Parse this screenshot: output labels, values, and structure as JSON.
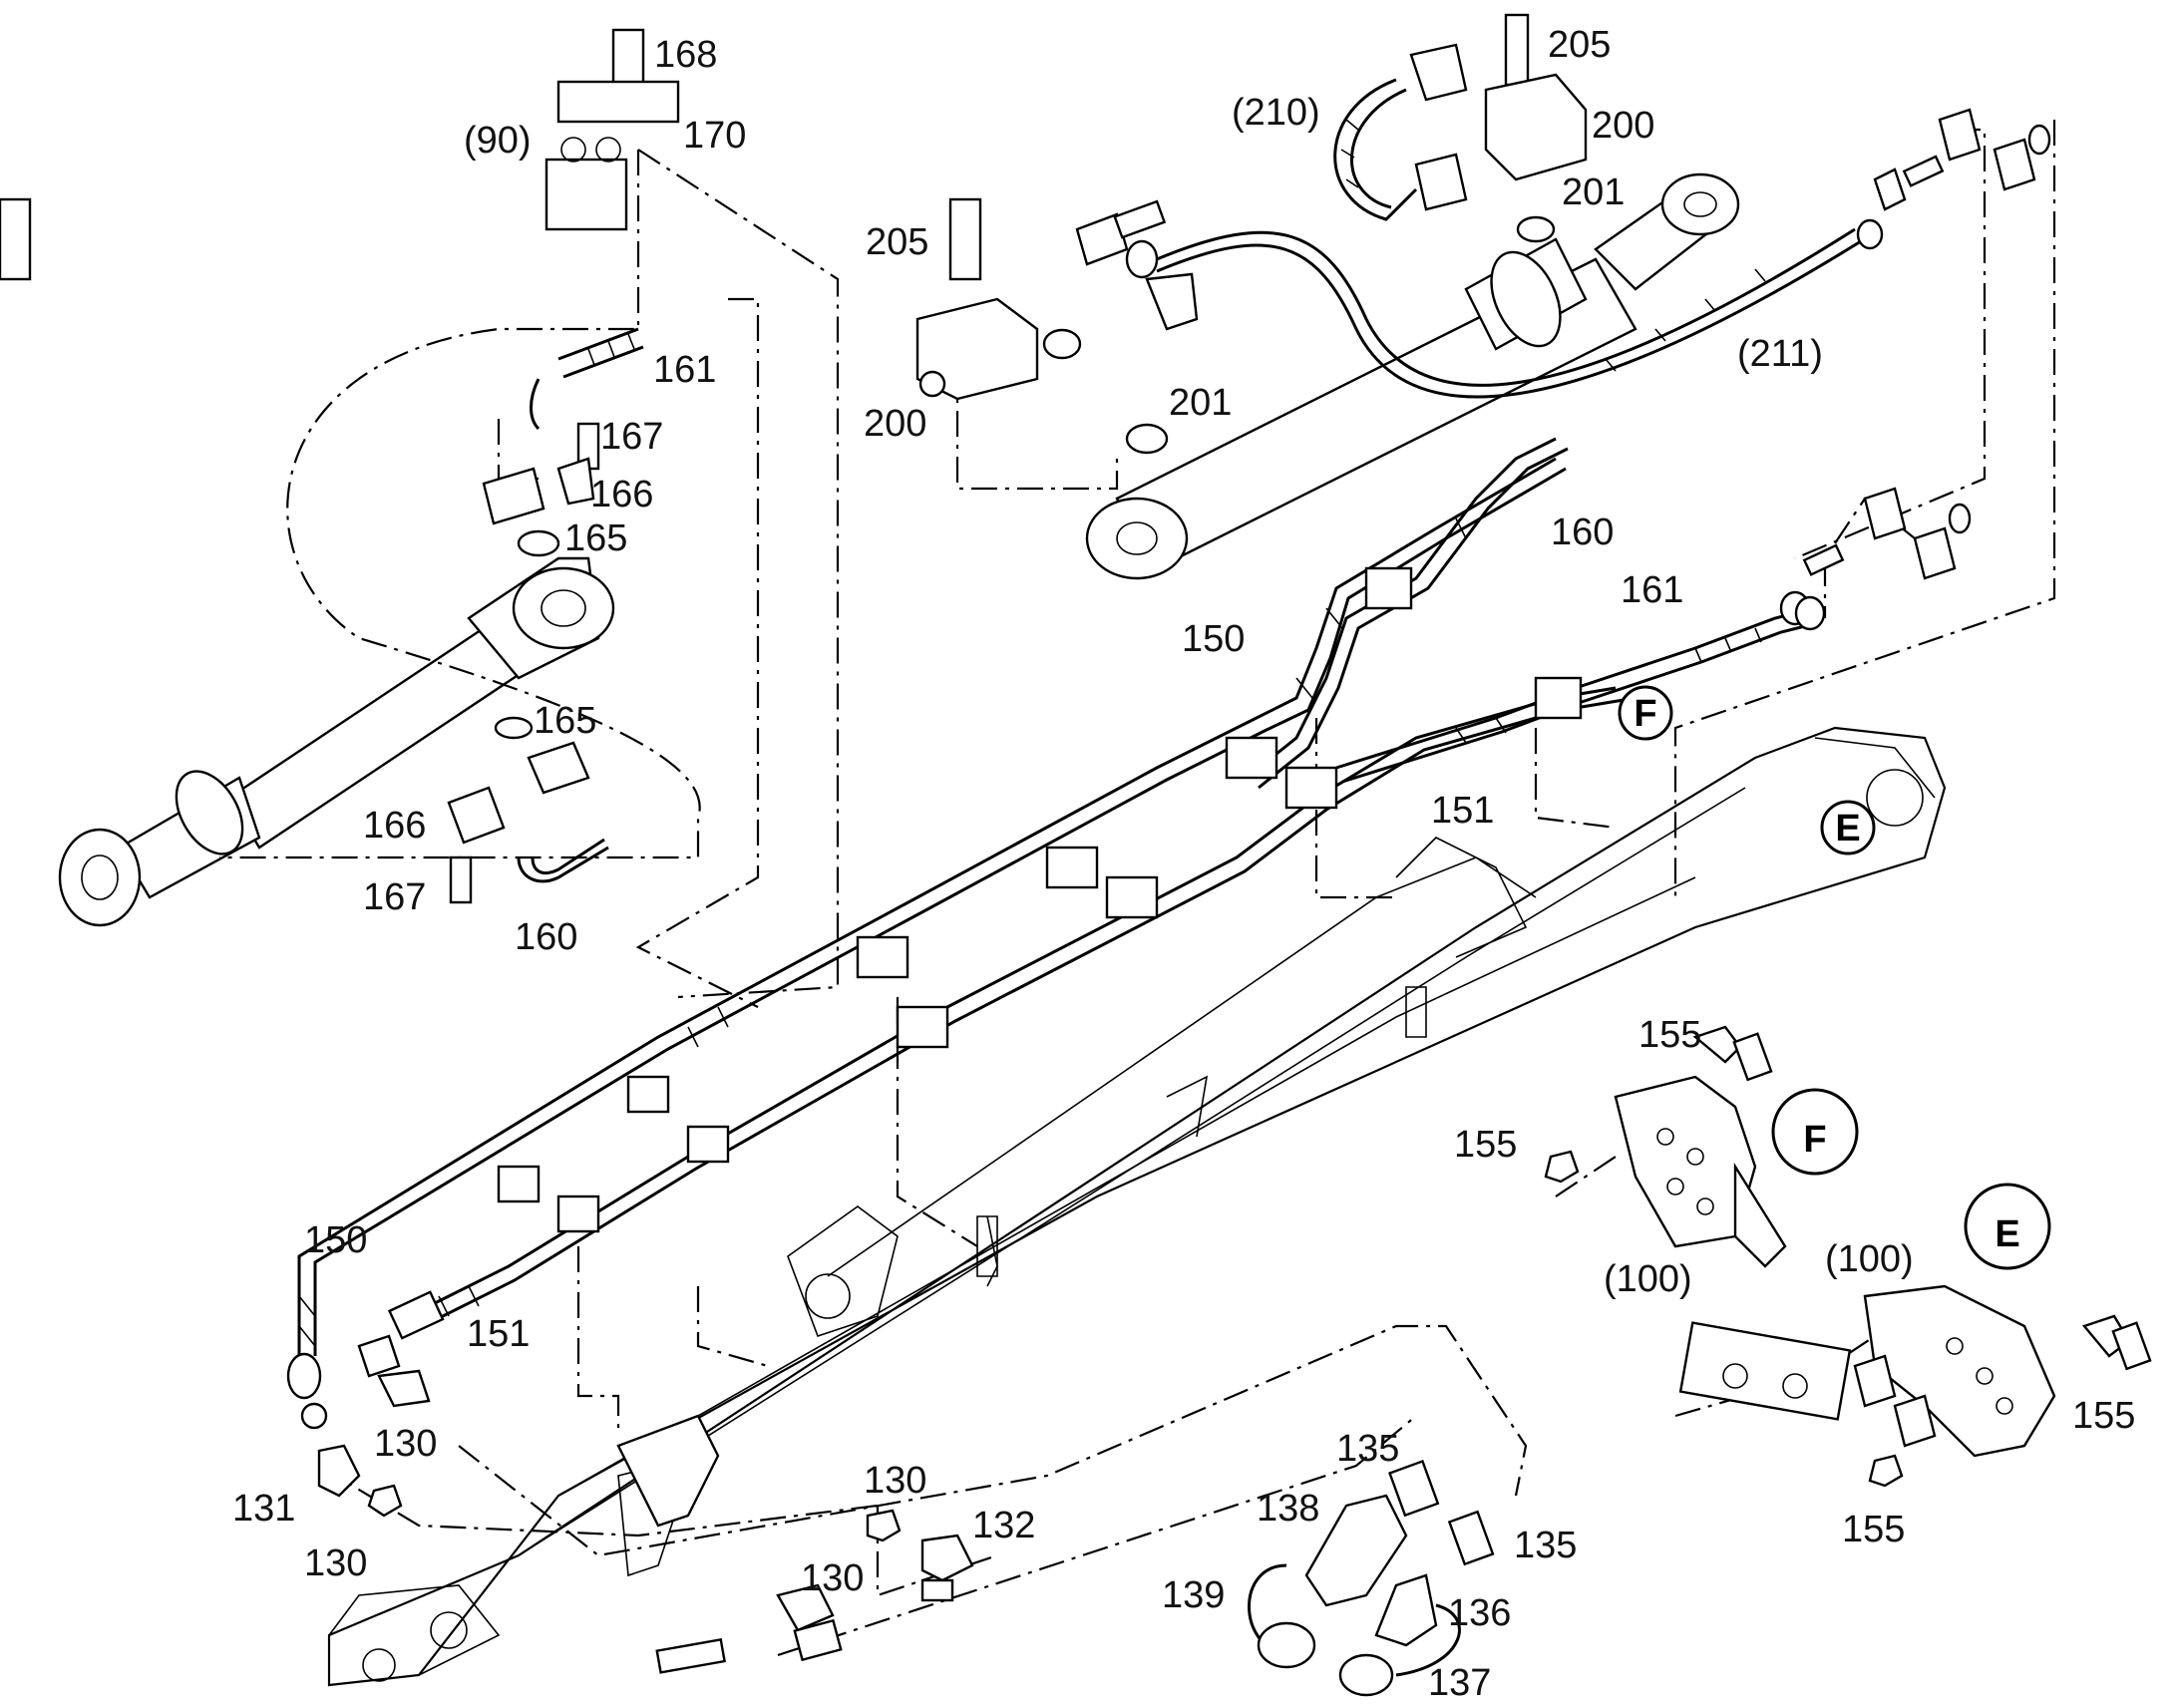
{
  "callouts": [
    {
      "id": "c168",
      "text": "168"
    },
    {
      "id": "c170",
      "text": "170"
    },
    {
      "id": "c90",
      "text": "(90)"
    },
    {
      "id": "c161a",
      "text": "161"
    },
    {
      "id": "c167a",
      "text": "167"
    },
    {
      "id": "c166a",
      "text": "166"
    },
    {
      "id": "c165a",
      "text": "165"
    },
    {
      "id": "c165b",
      "text": "165"
    },
    {
      "id": "c166b",
      "text": "166"
    },
    {
      "id": "c167b",
      "text": "167"
    },
    {
      "id": "c160a",
      "text": "160"
    },
    {
      "id": "c205a",
      "text": "205"
    },
    {
      "id": "c200a",
      "text": "200"
    },
    {
      "id": "c201a",
      "text": "201"
    },
    {
      "id": "c205b",
      "text": "205"
    },
    {
      "id": "c200b",
      "text": "200"
    },
    {
      "id": "c201b",
      "text": "201"
    },
    {
      "id": "c210",
      "text": "(210)"
    },
    {
      "id": "c211",
      "text": "(211)"
    },
    {
      "id": "c160b",
      "text": "160"
    },
    {
      "id": "c150a",
      "text": "150"
    },
    {
      "id": "c161b",
      "text": "161"
    },
    {
      "id": "c151a",
      "text": "151"
    },
    {
      "id": "c150b",
      "text": "150"
    },
    {
      "id": "c151b",
      "text": "151"
    },
    {
      "id": "c130a",
      "text": "130"
    },
    {
      "id": "c131",
      "text": "131"
    },
    {
      "id": "c130b",
      "text": "130"
    },
    {
      "id": "c130c",
      "text": "130"
    },
    {
      "id": "c132",
      "text": "132"
    },
    {
      "id": "c130d",
      "text": "130"
    },
    {
      "id": "c135a",
      "text": "135"
    },
    {
      "id": "c138",
      "text": "138"
    },
    {
      "id": "c139",
      "text": "139"
    },
    {
      "id": "c135b",
      "text": "135"
    },
    {
      "id": "c136",
      "text": "136"
    },
    {
      "id": "c137",
      "text": "137"
    },
    {
      "id": "c155a",
      "text": "155"
    },
    {
      "id": "c155b",
      "text": "155"
    },
    {
      "id": "c100a",
      "text": "(100)"
    },
    {
      "id": "c100b",
      "text": "(100)"
    },
    {
      "id": "c155c",
      "text": "155"
    },
    {
      "id": "c155d",
      "text": "155"
    }
  ],
  "detail_markers": [
    {
      "id": "mF_small",
      "text": "F"
    },
    {
      "id": "mE_small",
      "text": "E"
    },
    {
      "id": "mF_large",
      "text": "F"
    },
    {
      "id": "mE_large",
      "text": "E"
    }
  ]
}
